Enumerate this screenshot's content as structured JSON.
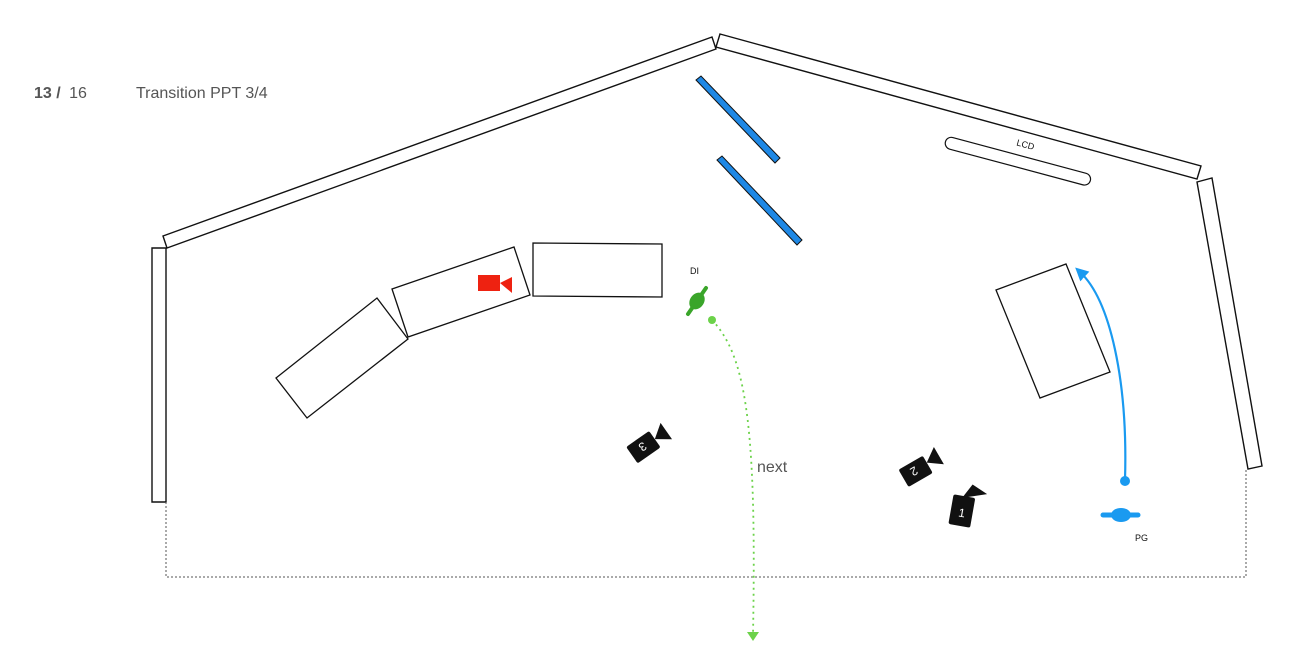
{
  "header": {
    "page_current": "13",
    "page_separator": "/",
    "page_total": "16",
    "slide_title": "Transition PPT 3/4"
  },
  "labels": {
    "lcd": "LCD",
    "di": "DI",
    "pg": "PG",
    "next": "next",
    "camera_1": "1",
    "camera_2": "2",
    "camera_3": "3"
  },
  "colors": {
    "panel_blue": "#1e88e5",
    "path_blue": "#1a9af0",
    "di_green": "#3aa52a",
    "next_green": "#6cd24a",
    "camera_red": "#ee2211",
    "camera_black": "#111111",
    "wall_stroke": "#111111"
  }
}
